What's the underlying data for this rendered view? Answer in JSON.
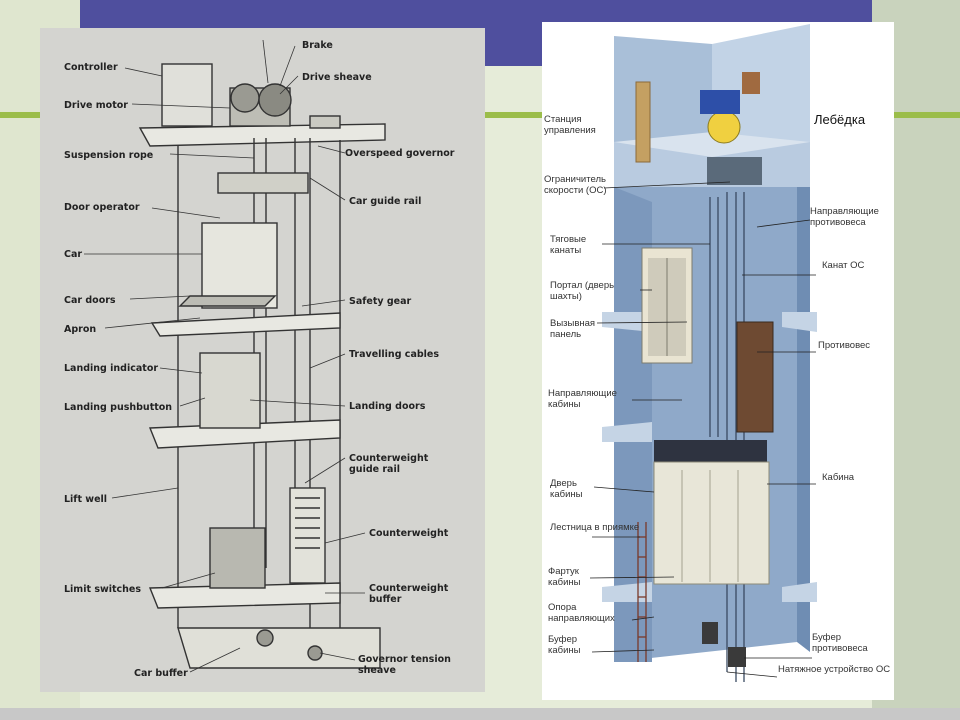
{
  "left_diagram": {
    "labels": {
      "brake": "Brake",
      "controller": "Controller",
      "drive_sheave": "Drive sheave",
      "drive_motor": "Drive motor",
      "suspension_rope": "Suspension rope",
      "overspeed_governor": "Overspeed governor",
      "car_guide_rail": "Car guide rail",
      "door_operator": "Door operator",
      "car": "Car",
      "car_doors": "Car doors",
      "safety_gear": "Safety gear",
      "apron": "Apron",
      "travelling_cables": "Travelling cables",
      "landing_indicator": "Landing indicator",
      "landing_pushbutton": "Landing pushbutton",
      "landing_doors": "Landing doors",
      "counterweight_guide_rail": "Counterweight guide rail",
      "lift_well": "Lift well",
      "counterweight": "Counterweight",
      "limit_switches": "Limit switches",
      "counterweight_buffer": "Counterweight buffer",
      "car_buffer": "Car buffer",
      "governor_tension_sheave": "Governor tension sheave"
    }
  },
  "right_diagram": {
    "labels": {
      "control_station": "Станция управления",
      "winch": "Лебёдка",
      "speed_limiter": "Ограничитель скорости (ОС)",
      "cw_guides": "Направляющие противовеса",
      "traction_ropes": "Тяговые канаты",
      "os_rope": "Канат ОС",
      "portal": "Портал (дверь шахты)",
      "call_panel": "Вызывная панель",
      "counterweight": "Противовес",
      "car_guides": "Направляющие кабины",
      "car": "Кабина",
      "car_door": "Дверь кабины",
      "pit_ladder": "Лестница в приямке",
      "car_apron": "Фартук кабины",
      "guide_support": "Опора направляющих",
      "car_buffer": "Буфер кабины",
      "cw_buffer": "Буфер противовеса",
      "tension_device": "Натяжное устройство ОС"
    }
  }
}
